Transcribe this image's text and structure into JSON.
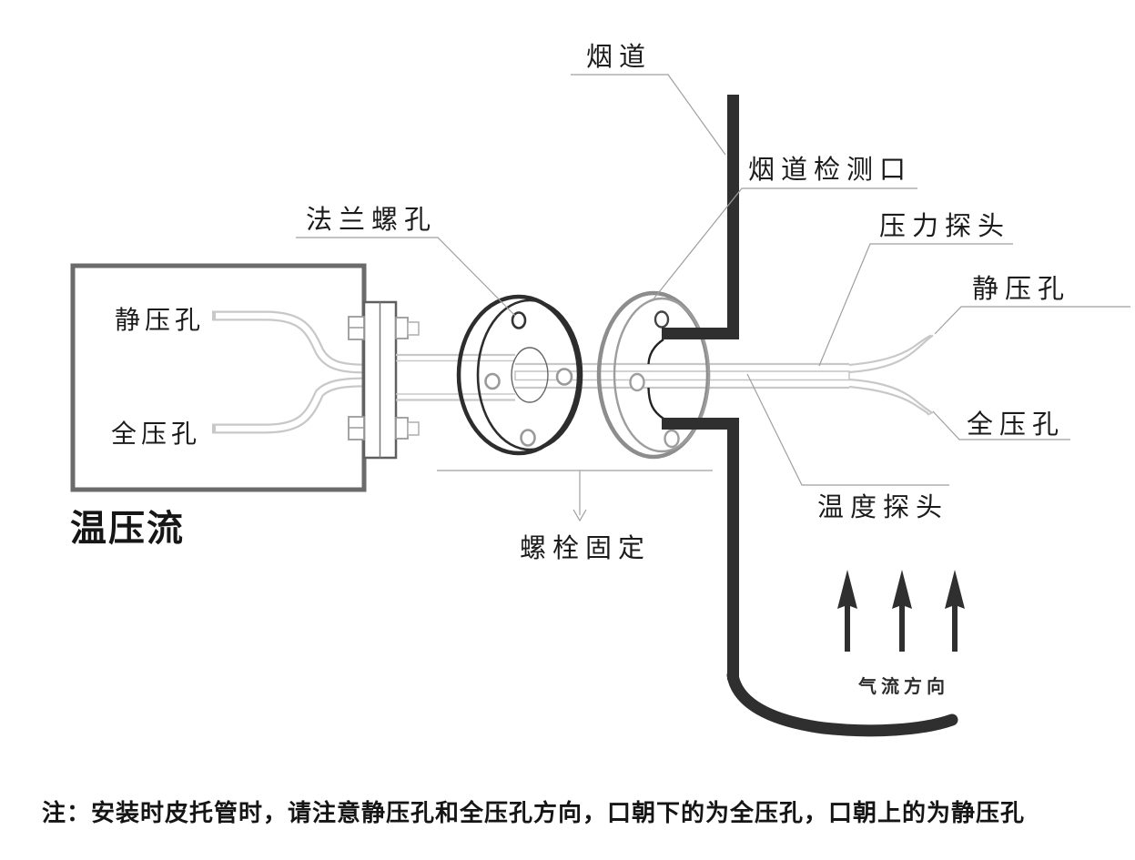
{
  "diagram": {
    "labels": {
      "flue": "烟道",
      "flue_inspection_port": "烟道检测口",
      "pressure_probe": "压力探头",
      "static_hole_right": "静压孔",
      "total_hole_right": "全压孔",
      "temperature_probe": "温度探头",
      "flange_screw_holes": "法兰螺孔",
      "static_hole_left": "静压孔",
      "total_hole_left": "全压孔",
      "device_name": "温压流",
      "bolt_fixing": "螺栓固定",
      "airflow_direction": "气流方向"
    },
    "note": "注：安装时皮托管时，请注意静压孔和全压孔方向，口朝下的为全压孔，口朝上的为静压孔",
    "colors": {
      "ink": "#2f2f2f",
      "flange_dark": "#2d2d2d",
      "flange_gray": "#8d8d8d",
      "tube_gray": "#c8c8c8",
      "box_gray": "#6b6b6b",
      "leader_gray": "#9f9f9f"
    }
  }
}
